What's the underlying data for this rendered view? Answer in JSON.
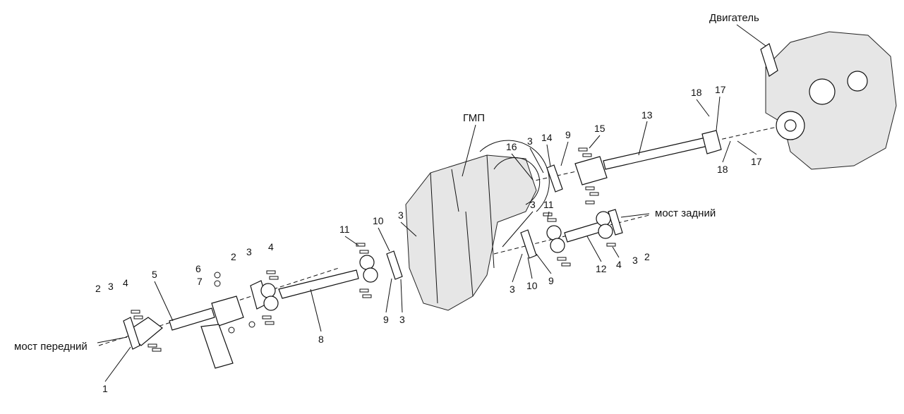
{
  "diagram": {
    "titles": {
      "engine": "Двигатель",
      "transmission": "ГМП",
      "rear_axle": "мост задний",
      "front_axle": "мост передний"
    },
    "callouts": [
      "18",
      "17",
      "13",
      "15",
      "9",
      "14",
      "3",
      "16",
      "18",
      "17",
      "3",
      "11",
      "3",
      "10",
      "11",
      "4",
      "2",
      "3",
      "6",
      "7",
      "5",
      "2",
      "3",
      "4",
      "12",
      "4",
      "3",
      "2",
      "3",
      "10",
      "9",
      "9",
      "3",
      "8",
      "1"
    ]
  }
}
